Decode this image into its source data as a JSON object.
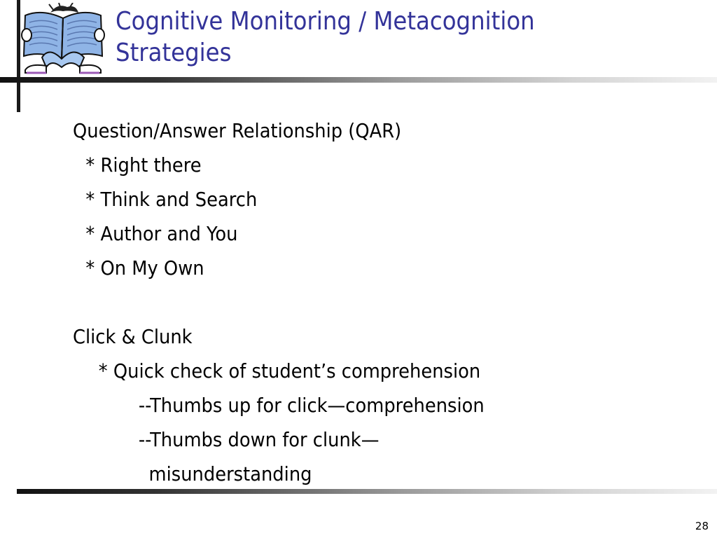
{
  "slide": {
    "title": "Cognitive Monitoring / Metacognition Strategies",
    "page_number": "28",
    "logo_icon": "reading-child-icon",
    "title_color": "#333399"
  },
  "sections": {
    "qar": {
      "heading": "Question/Answer Relationship (QAR)",
      "items": [
        "* Right there",
        "* Think and Search",
        "* Author and You",
        "* On My Own"
      ]
    },
    "click_clunk": {
      "heading": "Click & Clunk",
      "item": "* Quick check of student’s comprehension",
      "subitems": [
        "--Thumbs up for click—comprehension",
        "--Thumbs down for clunk—",
        "misunderstanding"
      ]
    }
  }
}
